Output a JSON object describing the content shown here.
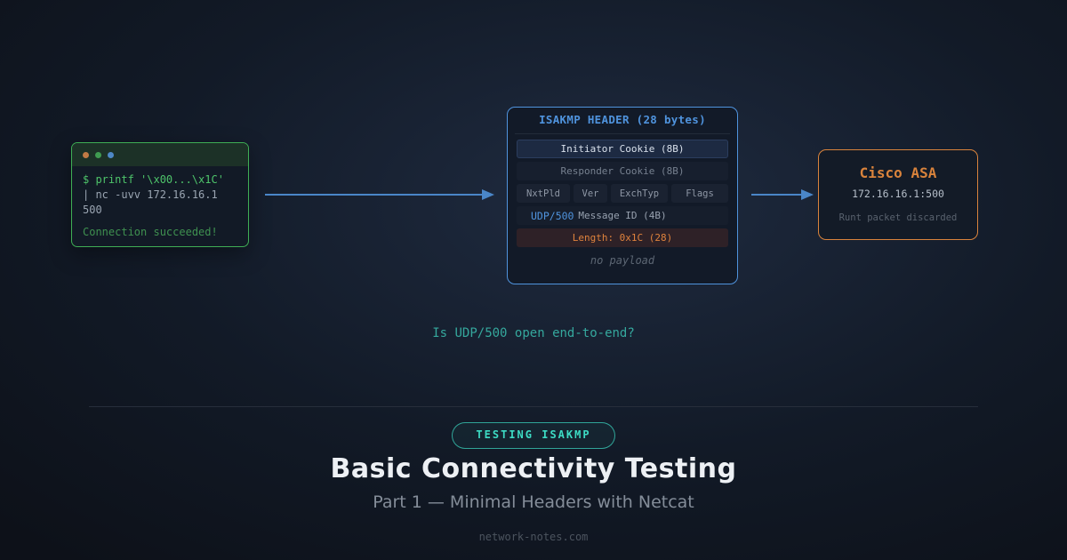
{
  "colors": {
    "terminal_green": "#3fae55",
    "terminal_text_green": "#4ec46a",
    "status_green": "#3f9150",
    "arrow_blue": "#4a86c8",
    "isakmp_blue": "#4f93dd",
    "length_orange": "#e0833d",
    "asa_orange": "#d9833c",
    "question_teal": "#35a89d",
    "badge_teal": "#3ddbc4",
    "title_white": "#edf0f4",
    "subtitle_gray": "#848d99"
  },
  "terminal": {
    "line1": "$ printf '\\x00...\\x1C'",
    "line2": "| nc -uvv 172.16.16.1",
    "line3": "500",
    "status": "Connection succeeded!"
  },
  "isakmp": {
    "title": "ISAKMP HEADER (28 bytes)",
    "row_initiator": "Initiator Cookie (8B)",
    "row_responder": "Responder Cookie (8B)",
    "fields": [
      "NxtPld",
      "Ver",
      "ExchTyp",
      "Flags"
    ],
    "udp_label": "UDP/500",
    "row_message_id": "Message ID (4B)",
    "row_length": "Length: 0x1C (28)",
    "no_payload": "no payload"
  },
  "asa": {
    "title": "Cisco ASA",
    "address": "172.16.16.1:500",
    "status": "Runt packet discarded"
  },
  "question": "Is UDP/500 open end-to-end?",
  "footer_section": {
    "badge": "TESTING ISAKMP",
    "title": "Basic Connectivity Testing",
    "subtitle": "Part 1 — Minimal Headers with Netcat",
    "site": "network-notes.com"
  }
}
